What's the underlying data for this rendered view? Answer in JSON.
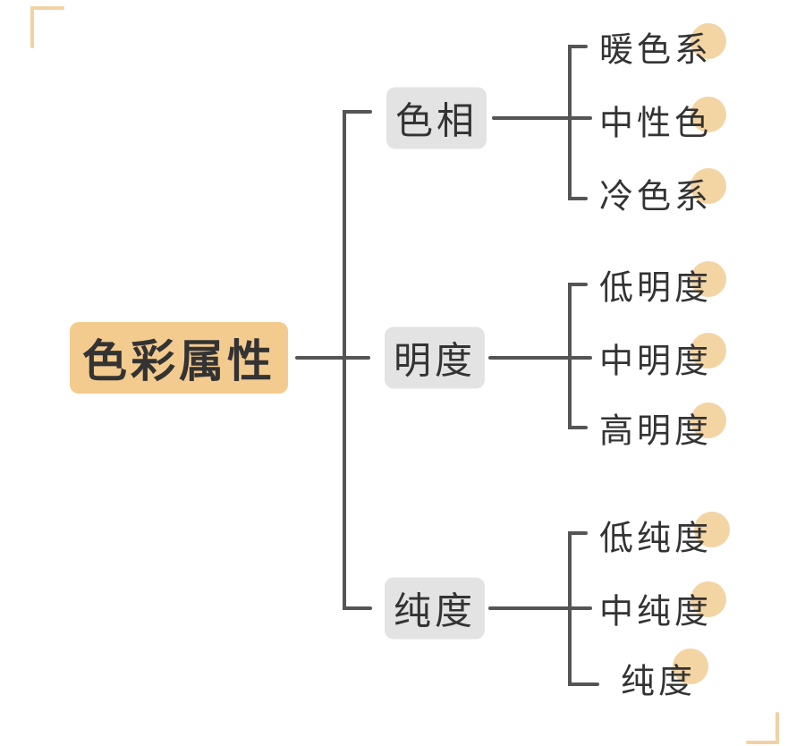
{
  "colors": {
    "highlight": "#f3cb8f",
    "mid_bg": "#e3e3e3",
    "line": "#555555",
    "corner": "#f1d2a4"
  },
  "root": {
    "label": "色彩属性"
  },
  "branches": [
    {
      "label": "色相",
      "children": [
        "暖色系",
        "中性色",
        "冷色系"
      ]
    },
    {
      "label": "明度",
      "children": [
        "低明度",
        "中明度",
        "高明度"
      ]
    },
    {
      "label": "纯度",
      "children": [
        "低纯度",
        "中纯度",
        "纯度"
      ]
    }
  ]
}
